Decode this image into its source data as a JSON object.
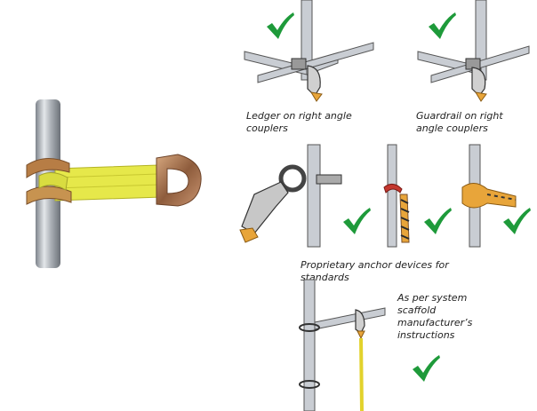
{
  "captions": {
    "ledger": "Ledger on right angle couplers",
    "guardrail": "Guardrail on right angle couplers",
    "proprietary": "Proprietary anchor devices for standards",
    "system": "As per system scaffold manufacturer’s instructions"
  },
  "colors": {
    "tick": "#1e9a3a",
    "webbing": "#e6e84a",
    "strap_orange": "#e8a53a",
    "steel": "#c9cdd3",
    "lanyard_yellow": "#e2d22c"
  }
}
